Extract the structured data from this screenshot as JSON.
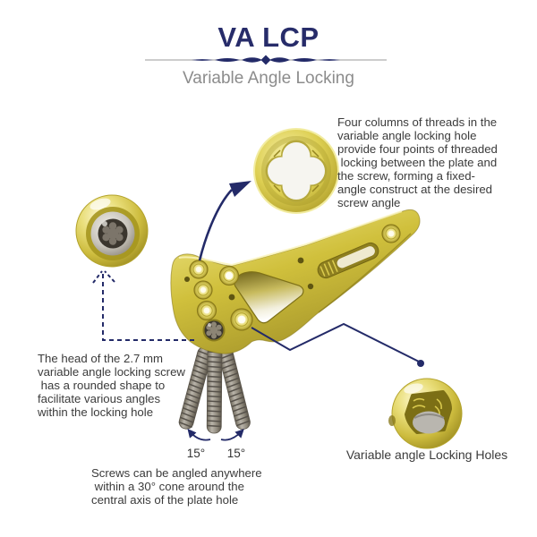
{
  "header": {
    "title": "VA LCP",
    "subtitle": "Variable Angle Locking"
  },
  "callouts": {
    "threads_text": "Four columns of threads in the variable angle locking hole provide four points of threaded locking between the plate and the screw, forming a fixed-angle construct at the desired screw angle",
    "threads_lines": [
      "Four columns of threads in the",
      "variable angle locking hole",
      "provide four points of threaded",
      " locking between the plate and",
      "the screw, forming a fixed-",
      "angle construct at the desired",
      "screw angle"
    ],
    "screwhead_text": "The head of the 2.7 mm variable angle locking screw has a rounded shape to facilitate various angles within the locking hole",
    "screwhead_lines": [
      "The head of the 2.7 mm",
      "variable angle locking screw",
      " has a rounded shape to",
      "facilitate various angles",
      "within the locking hole"
    ],
    "cone_text": "Screws can be angled anywhere within a 30° cone around the central axis of the plate hole",
    "cone_lines": [
      "Screws can be angled anywhere",
      " within a 30° cone around the",
      "central axis of the plate hole"
    ],
    "locking_holes_label": "Variable angle Locking Holes",
    "angle_left_label": "15°",
    "angle_right_label": "15°"
  },
  "colors": {
    "accent_navy": "#232a68",
    "title_navy": "#272c6a",
    "subtitle_gray": "#8c8c8c",
    "body_text": "#3b3b3b",
    "plate_gold": "#d3c342",
    "plate_gold_dark": "#9a8c20",
    "screw_silver": "#97917f"
  }
}
